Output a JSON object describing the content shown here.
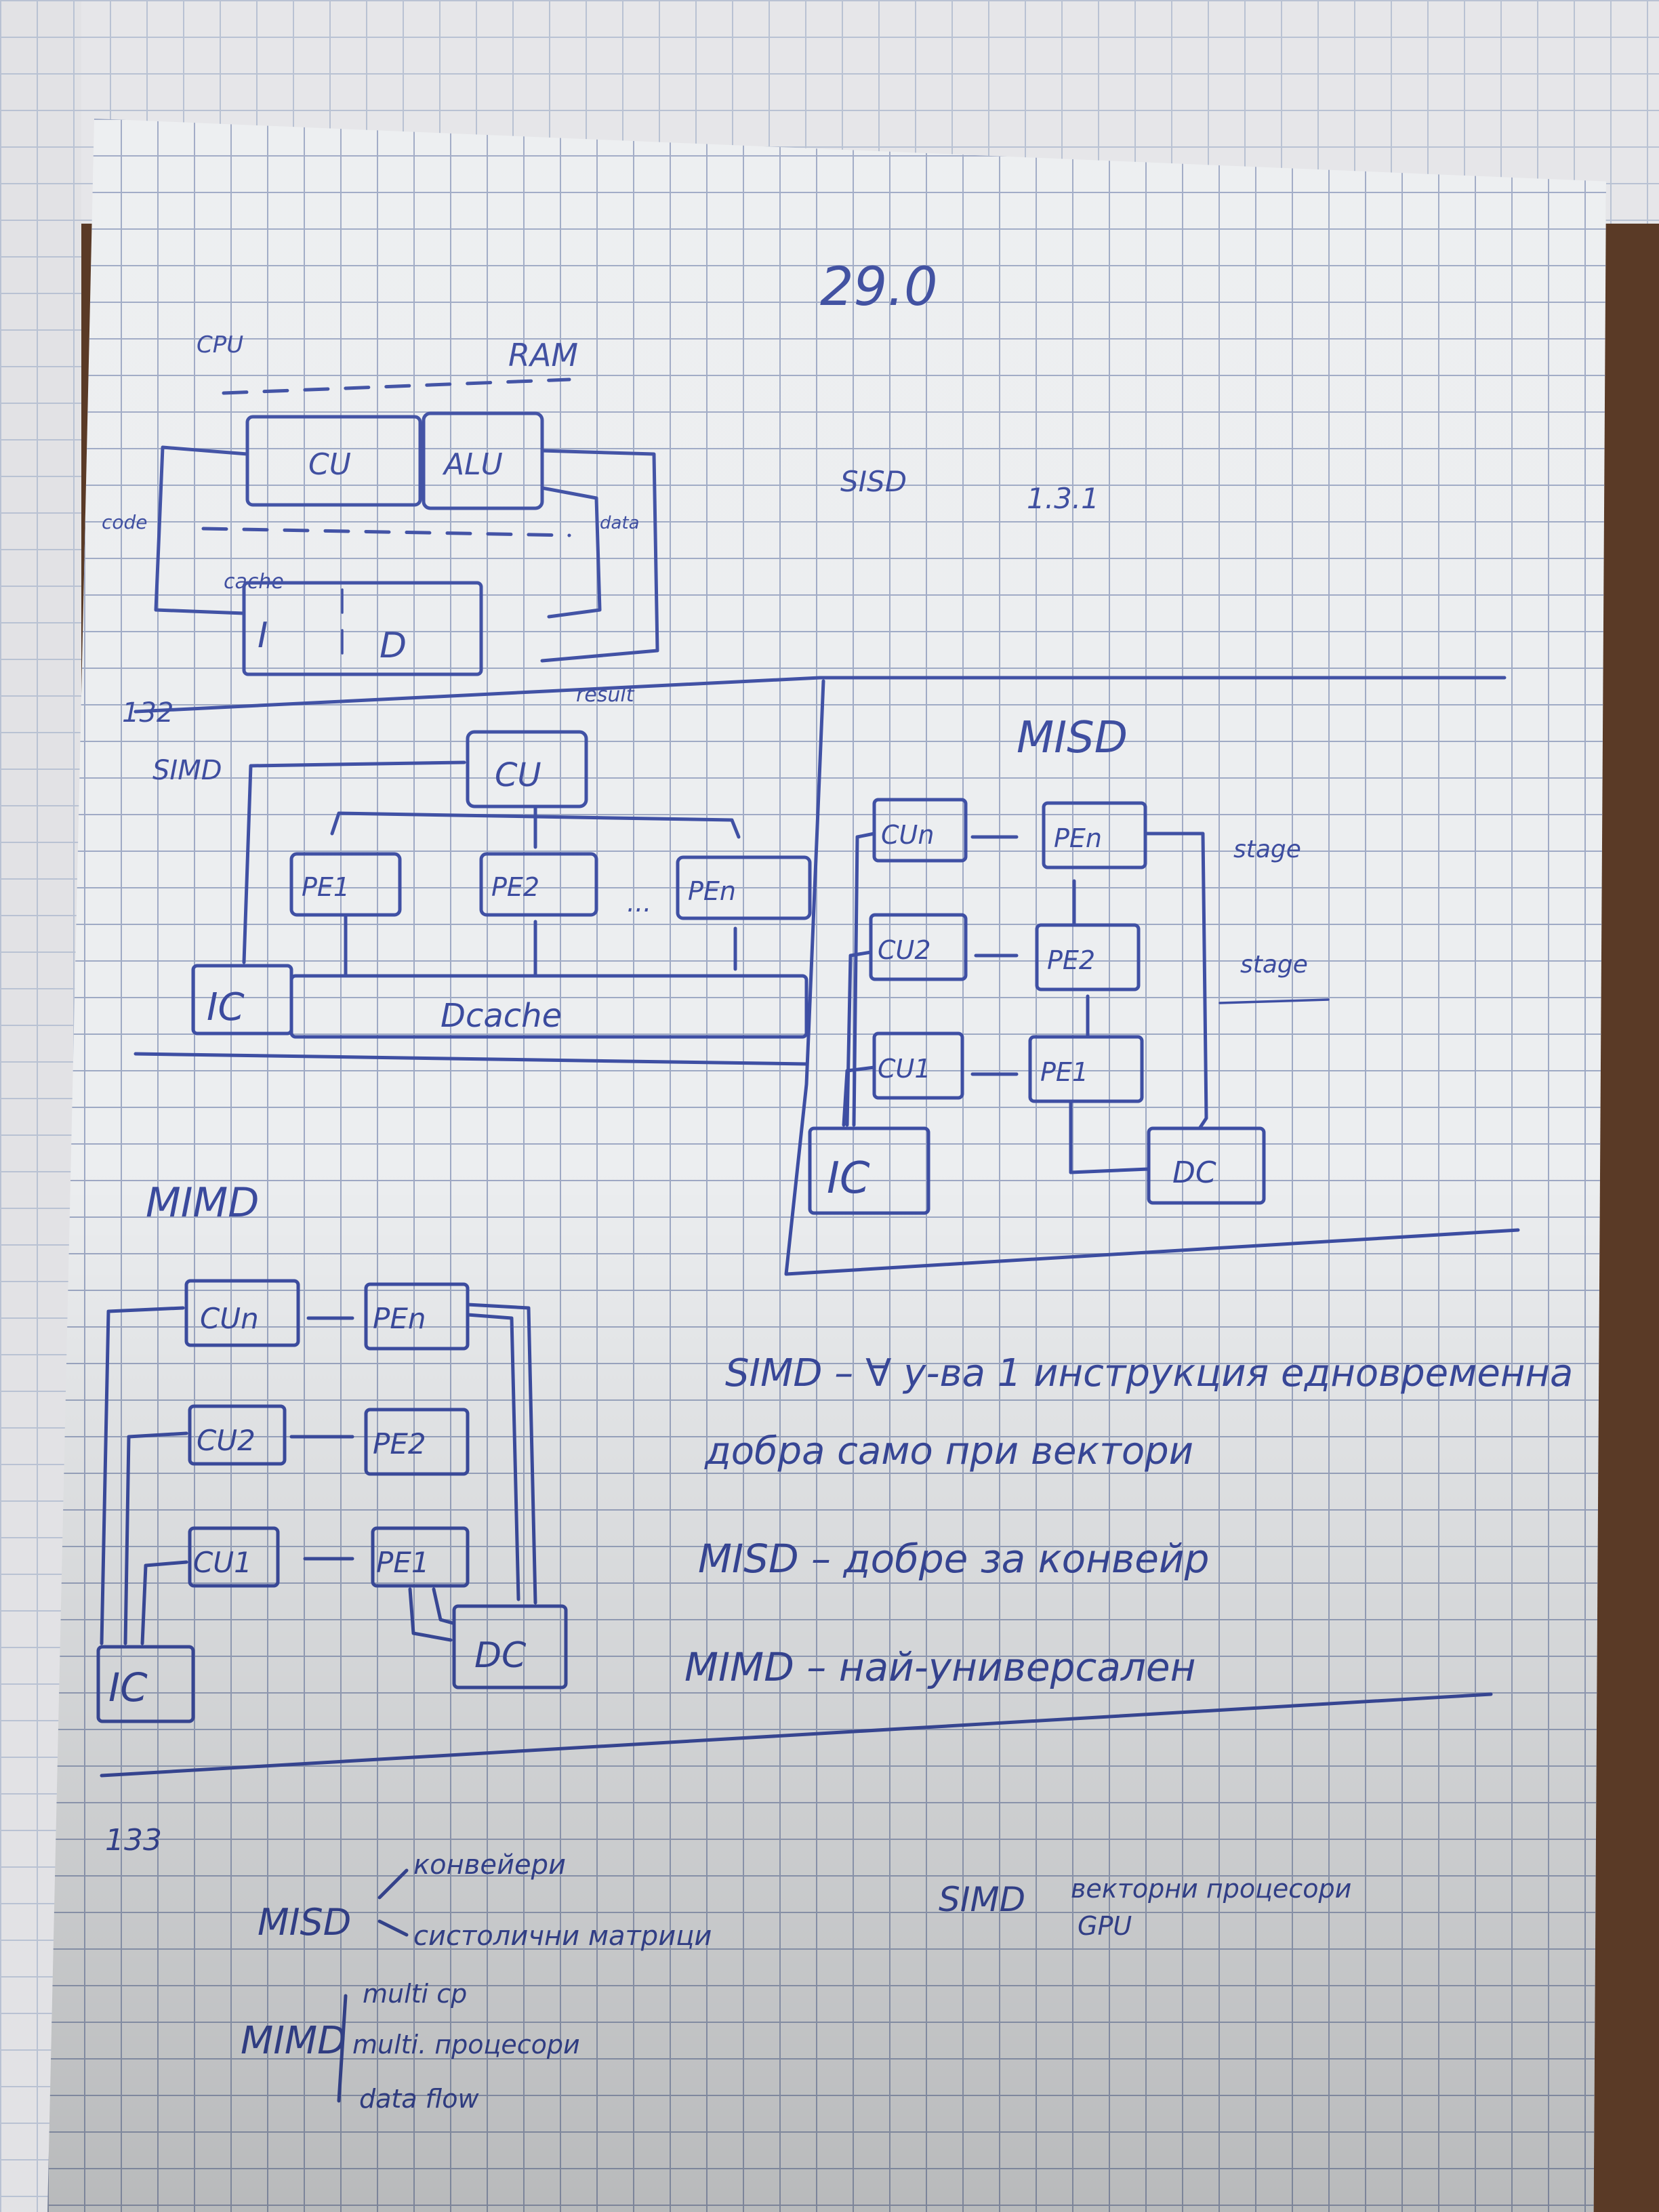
{
  "page": {
    "date": "29.0",
    "section_numbers": [
      "132",
      "133"
    ],
    "reference": "1.3.1"
  },
  "diagram_cpu": {
    "label_cpu": "CPU",
    "label_ram": "RAM",
    "block_cu": "CU",
    "block_alu": "ALU",
    "label_cache": "cache",
    "label_code": "code",
    "label_data": "data",
    "label_result": "result",
    "block_i": "I",
    "block_d": "D"
  },
  "sisd": {
    "label": "SISD"
  },
  "diagram_simd": {
    "label": "SIMD",
    "block_cu": "CU",
    "pe": [
      "PE1",
      "PE2",
      "PEn"
    ],
    "ellipsis": "...",
    "block_ic": "IC",
    "block_dcache": "Dcache"
  },
  "diagram_misd": {
    "label": "MISD",
    "cu": [
      "CUn",
      "CU2",
      "CU1"
    ],
    "pe": [
      "PEn",
      "PE2",
      "PE1"
    ],
    "stage_labels": [
      "stage",
      "stage"
    ],
    "block_ic": "IC",
    "block_dc": "DC"
  },
  "diagram_mimd": {
    "label": "MIMD",
    "cu": [
      "CUn",
      "CU2",
      "CU1"
    ],
    "pe": [
      "PEn",
      "PE2",
      "PE1"
    ],
    "block_ic": "IC",
    "block_dc": "DC"
  },
  "notes": [
    "SIMD – ∀ у-ва 1 инструкция едновременна",
    "добра само при вектори",
    "MISD – добре за конвейр",
    "MIMD – най-универсален"
  ],
  "section_133": {
    "misd": {
      "label": "MISD",
      "items": [
        "конвейери",
        "систолични матрици"
      ]
    },
    "simd": {
      "label": "SIMD",
      "items": [
        "векторни процесори",
        "GPU"
      ]
    },
    "mimd": {
      "label": "MIMD",
      "items": [
        "multi cp",
        "multi. процесори",
        "data flow"
      ]
    }
  }
}
